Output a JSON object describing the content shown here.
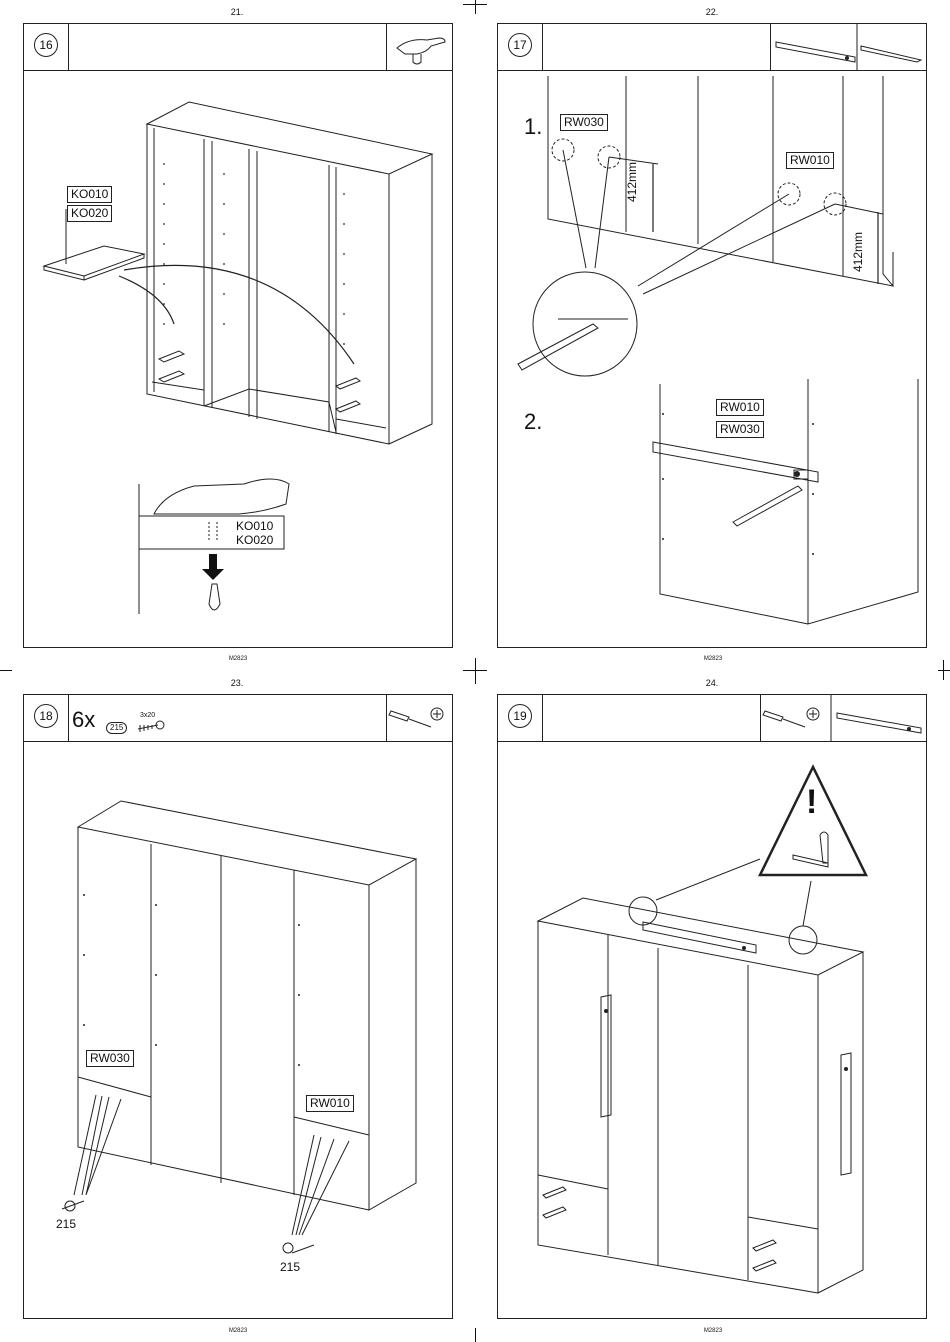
{
  "pages": [
    {
      "page_number": "21.",
      "code": "M2823",
      "step": "16",
      "labels": [
        "KO010",
        "KO020"
      ],
      "detail_labels": [
        "KO010",
        "KO020"
      ],
      "tool_icons": [
        "hand-press-icon"
      ]
    },
    {
      "page_number": "22.",
      "code": "M2823",
      "step": "17",
      "sub_steps": [
        "1.",
        "2."
      ],
      "labels_step1": [
        "RW030",
        "RW010"
      ],
      "measurements": [
        "412mm",
        "412mm"
      ],
      "labels_step2": [
        "RW010",
        "RW030"
      ],
      "tool_icons": [
        "spirit-level-icon",
        "pencil-icon"
      ]
    },
    {
      "page_number": "23.",
      "code": "M2823",
      "step": "18",
      "quantity": "6x",
      "part_number": "215",
      "screw_size": "3x20",
      "labels": [
        "RW030",
        "RW010"
      ],
      "screw_labels": [
        "215",
        "215"
      ],
      "tool_icons": [
        "screwdriver-icon",
        "phillips-head-icon"
      ]
    },
    {
      "page_number": "24.",
      "code": "M2823",
      "step": "19",
      "warning": "!",
      "tool_icons": [
        "screwdriver-icon",
        "phillips-head-icon",
        "spirit-level-icon"
      ]
    }
  ],
  "colors": {
    "line": "#222222",
    "background": "#ffffff"
  }
}
